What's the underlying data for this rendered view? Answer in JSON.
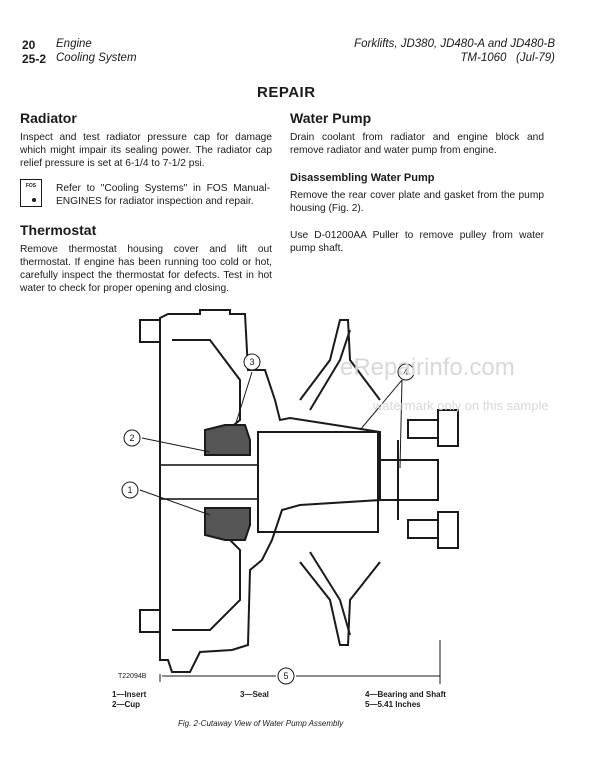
{
  "header": {
    "left_num1": "20",
    "left_text1": "Engine",
    "left_num2": "25-2",
    "left_text2": "Cooling System",
    "right_text1": "Forklifts, JD380, JD480-A and JD480-B",
    "right_text2": "TM-1060   (Jul-79)"
  },
  "title": "REPAIR",
  "radiator": {
    "heading": "Radiator",
    "body": "Inspect and test radiator pressure cap for damage which might impair its sealing power. The radiator cap relief pressure is set at 6-1/4 to 7-1/2 psi.",
    "fos_icon_label": "FOS",
    "fos_note": "Refer to \"Cooling Systems\" in FOS Manual-ENGINES for radiator inspection and repair."
  },
  "thermostat": {
    "heading": "Thermostat",
    "body": "Remove thermostat housing cover and lift out thermostat. If engine has been running too cold or hot, carefully inspect the thermostat for defects. Test in hot water to check for proper opening and closing."
  },
  "water_pump": {
    "heading": "Water Pump",
    "body": "Drain coolant from radiator and engine block and remove radiator and water pump from engine.",
    "subheading": "Disassembling Water Pump",
    "step1": "Remove the rear cover plate and gasket from the pump housing (Fig. 2).",
    "step2": "Use D-01200AA Puller to remove pulley from water pump shaft."
  },
  "figure": {
    "callouts": [
      "1",
      "2",
      "3",
      "4",
      "5"
    ],
    "image_code": "T22094B",
    "legend": {
      "c1": "1—Insert",
      "c2": "2—Cup",
      "c3": "3—Seal",
      "c4": "4—Bearing and Shaft",
      "c5": "5—5.41 Inches"
    },
    "caption": "Fig. 2-Cutaway View of Water Pump Assembly"
  },
  "watermark": {
    "site": "eRepairinfo.com",
    "note": "watermark only on this sample"
  }
}
